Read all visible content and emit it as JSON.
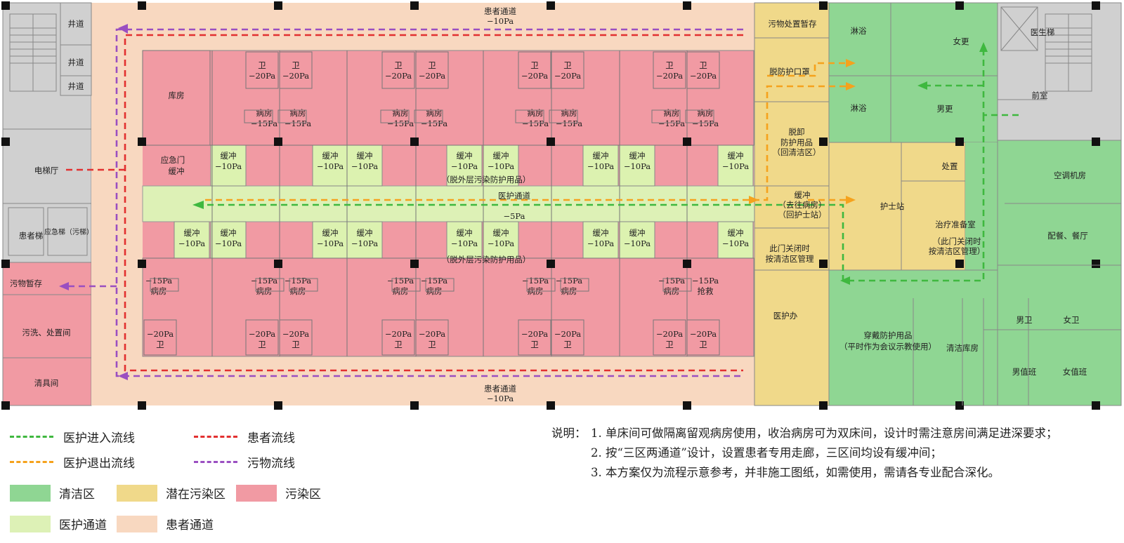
{
  "colors": {
    "clean": "#8fd693",
    "potential": "#f0d98a",
    "contaminated": "#f19aa3",
    "staff_corridor": "#ddf1b6",
    "patient_corridor": "#f8d8c0",
    "core": "#d0d0d0",
    "buffer": "#dcf2b0",
    "green_line": "#3fb83f",
    "orange_line": "#f5a21d",
    "red_line": "#e23030",
    "purple_line": "#9a4fc1"
  },
  "plan": {
    "patient_corridor_top": "患者通道",
    "patient_corridor_top_pressure": "−10Pa",
    "patient_corridor_bottom": "患者通道",
    "patient_corridor_bottom_pressure": "−10Pa",
    "staff_corridor": "医护通道",
    "staff_corridor_pressure": "−5Pa",
    "shafts": [
      "井道",
      "井道",
      "井道"
    ],
    "elevator_hall": "电梯厅",
    "patient_elevator": "患者梯",
    "emergency_elevator": "应急梯（污梯）",
    "doctor_elevator": "医生梯",
    "front_room": "前室",
    "waste_temp_left": "污物暂存",
    "wash_disposal": "污洗、处置间",
    "cleaning_tools": "清具间",
    "storage": "库房",
    "emergency_door_buffer_1": "应急门",
    "emergency_door_buffer_2": "缓冲",
    "ward_name": "病房",
    "ward_pressure": "−15Pa",
    "rescue": "抢救",
    "toilet": "卫",
    "toilet_pressure": "−20Pa",
    "buffer_name": "缓冲",
    "buffer_pressure": "−10Pa",
    "outer_ppe_top": "（脱外层污染防护用品）",
    "outer_ppe_bottom": "（脱外层污染防护用品）",
    "waste_temp_right": "污物处置暂存",
    "remove_mask": "脱防护口罩",
    "remove_ppe_1": "脱卸",
    "remove_ppe_2": "防护用品",
    "remove_ppe_3": "（回清洁区）",
    "buffer_right_1": "缓冲",
    "buffer_right_2": "（去往病房）",
    "buffer_right_3": "（回护士站）",
    "door_note_1": "此门关闭时",
    "door_note_2": "按清洁区管理",
    "doctor_office": "医护办",
    "shower_1": "淋浴",
    "shower_2": "淋浴",
    "female_change": "女更",
    "male_change": "男更",
    "disposal": "处置",
    "nurse_station": "护士站",
    "treatment_prep": "治疗准备室",
    "treatment_note_1": "（此门关闭时",
    "treatment_note_2": "按清洁区管理）",
    "ac_room": "空调机房",
    "pantry": "配餐、餐厅",
    "male_wc": "男卫",
    "female_wc": "女卫",
    "don_ppe_1": "穿戴防护用品",
    "don_ppe_2": "（平时作为会议示教使用）",
    "clean_storage": "清洁库房",
    "male_duty": "男值班",
    "female_duty": "女值班"
  },
  "legend": {
    "staff_in": "医护进入流线",
    "staff_out": "医护退出流线",
    "patient_flow": "患者流线",
    "waste_flow": "污物流线",
    "clean_zone": "清洁区",
    "potential_zone": "潜在污染区",
    "contaminated_zone": "污染区",
    "staff_corridor": "医护通道",
    "patient_corridor": "患者通道"
  },
  "notes": {
    "heading": "说明：",
    "items": [
      "1. 单床间可做隔离留观病房使用，收治病房可为双床间，设计时需注意房间满足进深要求；",
      "2. 按“三区两通道”设计，设置患者专用走廊，三区间均设有缓冲间；",
      "3. 本方案仅为流程示意参考，并非施工图纸，如需使用，需请各专业配合深化。"
    ]
  }
}
